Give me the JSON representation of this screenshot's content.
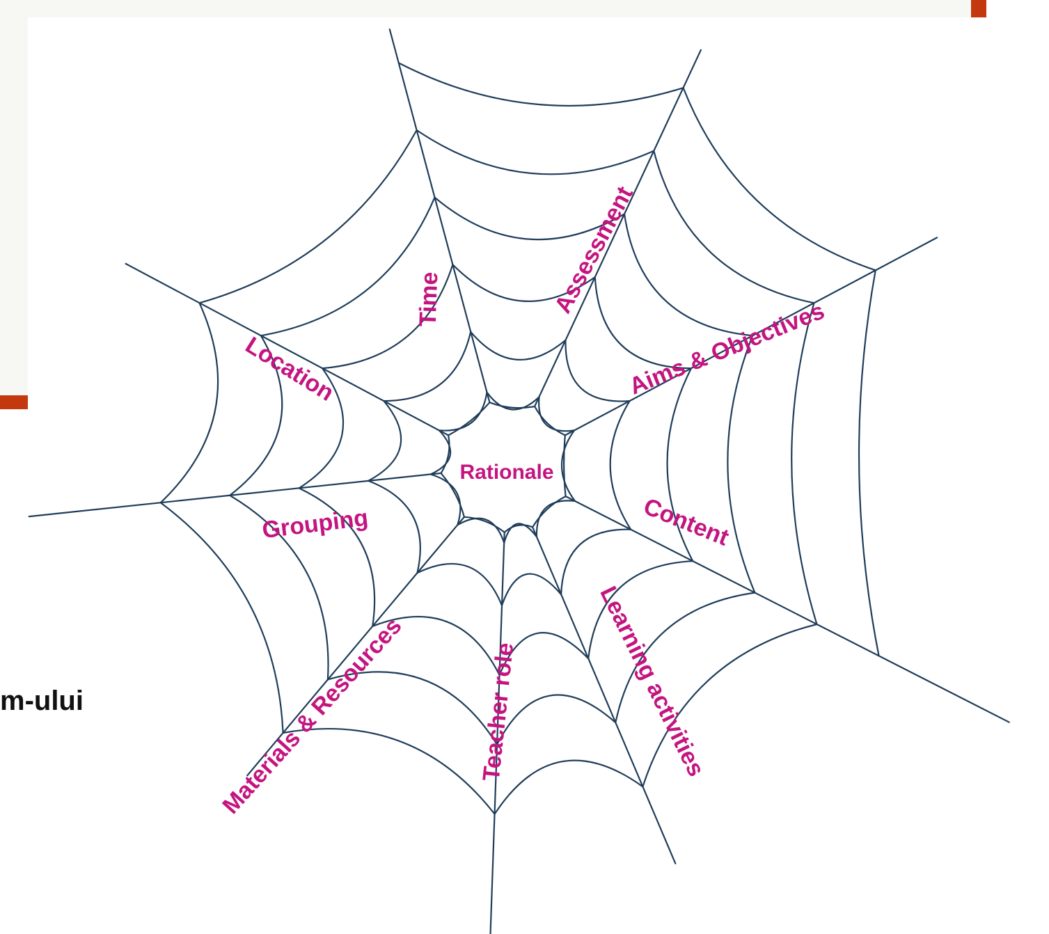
{
  "colors": {
    "label": "#c41480",
    "thread": "#1f3d5a",
    "accent": "#c3380e",
    "panel": "#f7f8f3"
  },
  "side_text": "m-ului",
  "center_label": "Rationale",
  "web_labels": {
    "time": "Time",
    "assessment": "Assessment",
    "aims": "Aims & Objectives",
    "location": "Location",
    "content": "Content",
    "grouping": "Grouping",
    "learning": "Learning activities",
    "materials": "Materials & Resources",
    "teacher": "Teacher role"
  }
}
